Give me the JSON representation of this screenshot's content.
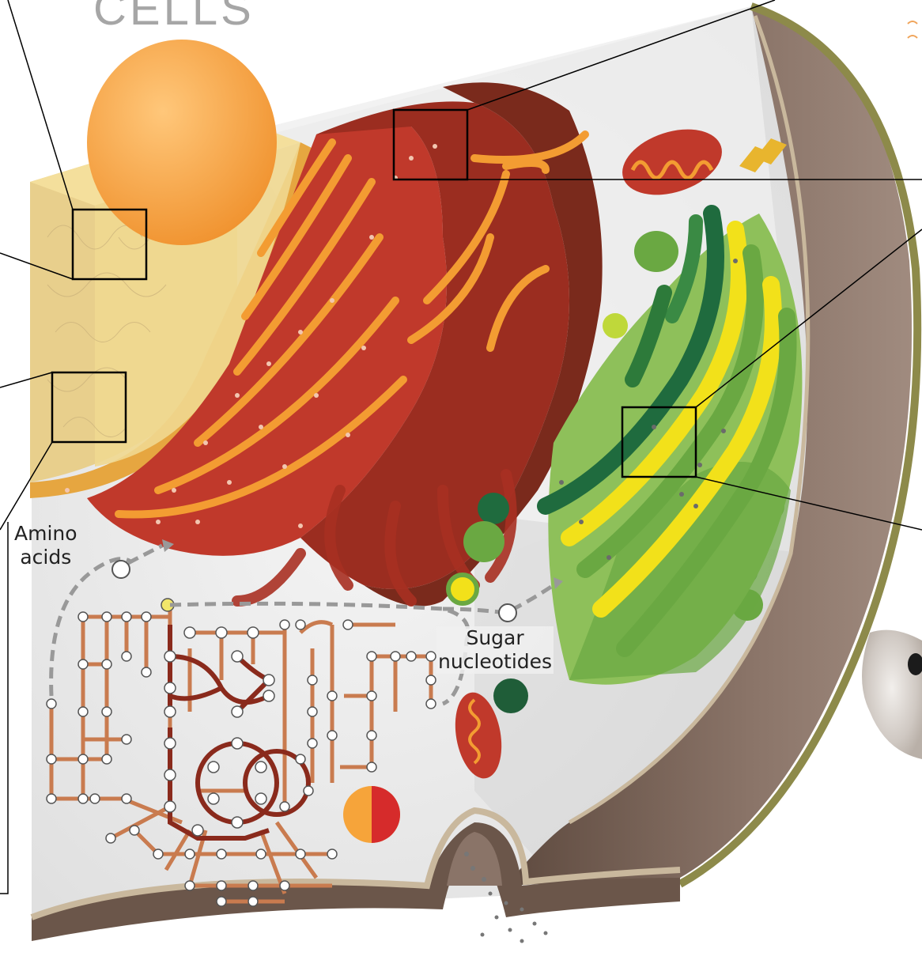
{
  "header": {
    "title": "CELLS"
  },
  "labels": {
    "amino_line1": "Amino",
    "amino_line2": "acids",
    "sugar_line1": "Sugar",
    "sugar_line2": "nucleotides"
  },
  "colors": {
    "nucleus": "#ecd48a",
    "er_dark": "#8a2a1c",
    "er_mid": "#c0392b",
    "er_light": "#f39c32",
    "golgi_green": "#6aa842",
    "golgi_yellow": "#f2e11a",
    "membrane": "#6b564a",
    "cytoplasm": "#ececec",
    "pathway": "#c97b4f"
  },
  "icons": [
    "cell-diagram",
    "mouse-photo",
    "zoom-box"
  ]
}
